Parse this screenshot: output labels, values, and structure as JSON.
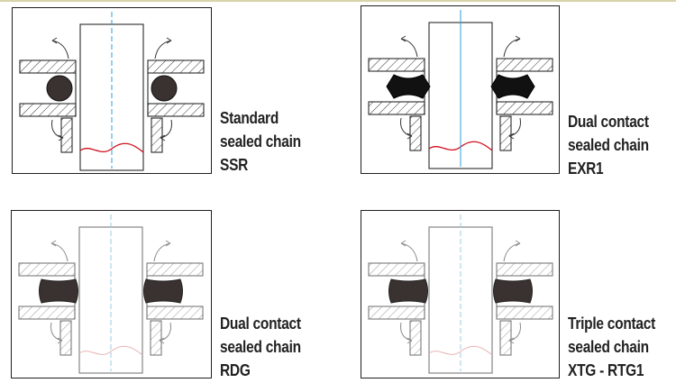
{
  "colors": {
    "frame": "#1f1f1f",
    "seal_dark": "#3a3230",
    "seal_black": "#111111",
    "accent_center": "#2aa0d8",
    "accent_red": "#d0101e",
    "hatch_faded": "#9a9a9a"
  },
  "icons": [
    "curved-arrow-icon"
  ],
  "panels": [
    {
      "id": "ssr",
      "seal_shape": "o-ring",
      "faded": false,
      "label": {
        "line1": "Standard",
        "line2": "sealed chain",
        "line3": "SSR"
      }
    },
    {
      "id": "exr1",
      "seal_shape": "x-ring",
      "faded": false,
      "label": {
        "line1": "Dual contact",
        "line2": "sealed chain",
        "line3": "EXR1"
      }
    },
    {
      "id": "rdg",
      "seal_shape": "square-ring",
      "faded": true,
      "label": {
        "line1": "Dual contact",
        "line2": "sealed chain",
        "line3": "RDG"
      }
    },
    {
      "id": "xtg",
      "seal_shape": "square-ring",
      "faded": true,
      "label": {
        "line1": "Triple contact",
        "line2": "sealed chain",
        "line3": "XTG - RTG1"
      }
    }
  ]
}
